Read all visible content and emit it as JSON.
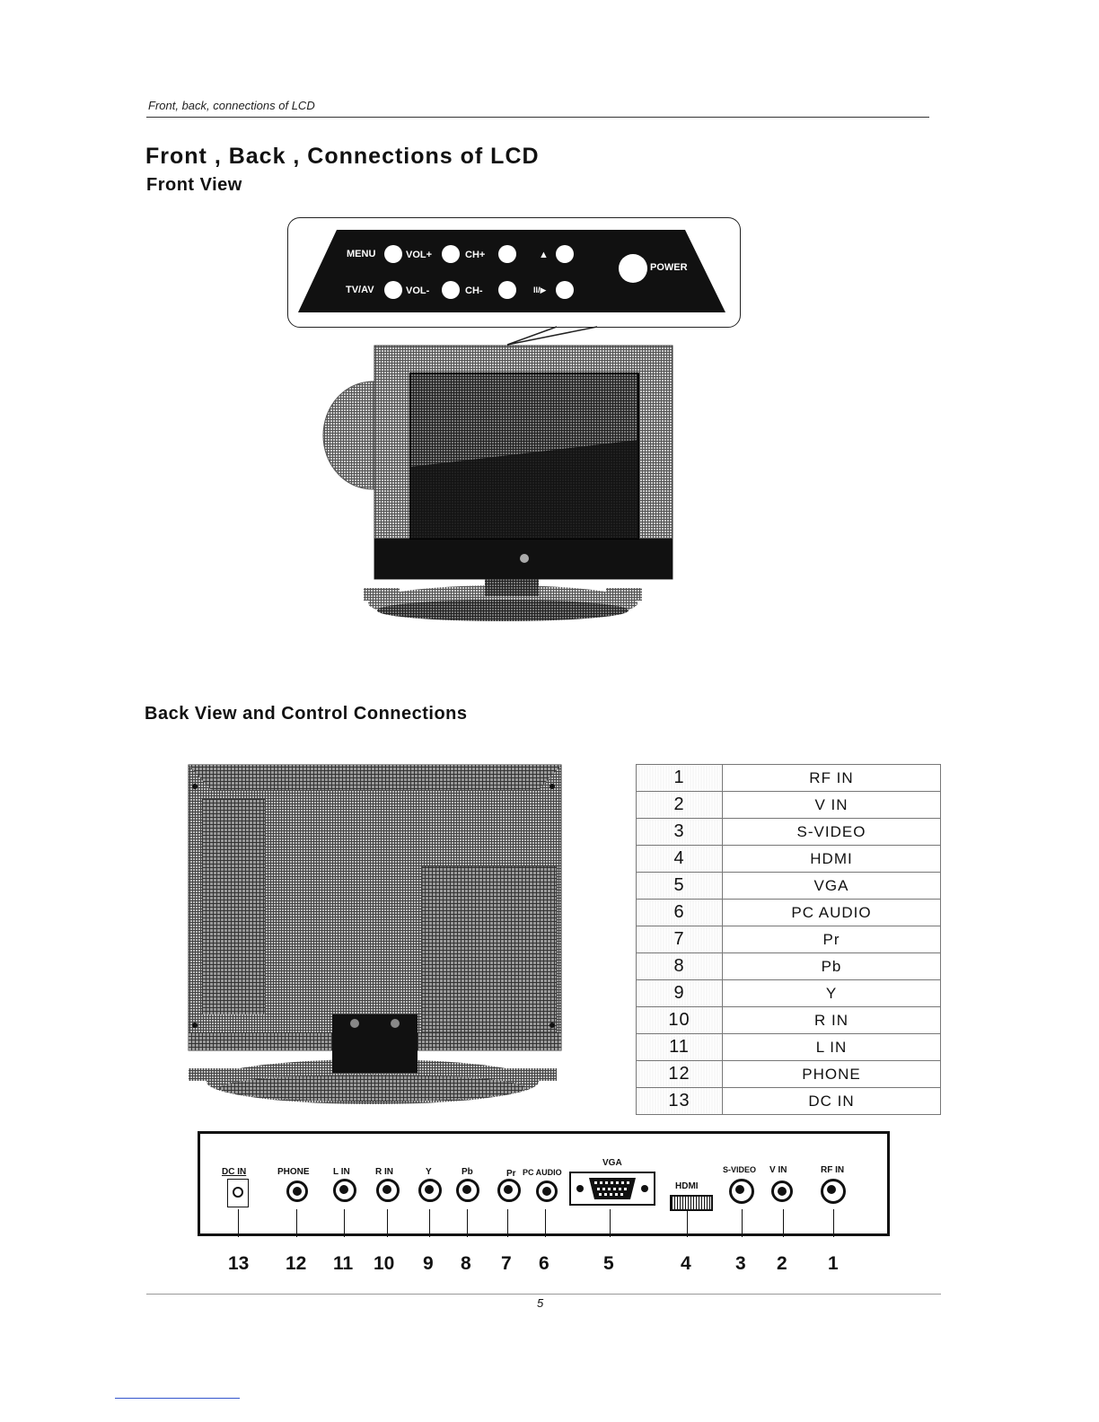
{
  "header": {
    "running_head": "Front, back, connections of LCD",
    "title": "Front , Back , Connections of  LCD",
    "front_view_title": "Front View",
    "back_view_title": "Back View and Control Connections"
  },
  "front_panel": {
    "menu": "MENU",
    "vol_up": "VOL+",
    "ch_up": "CH+",
    "eject": "▲",
    "tvav": "TV/AV",
    "vol_down": "VOL-",
    "ch_down": "CH-",
    "play_pause": "II/▶",
    "power": "POWER"
  },
  "connections": [
    {
      "number": "1",
      "name": "RF IN"
    },
    {
      "number": "2",
      "name": "V  IN"
    },
    {
      "number": "3",
      "name": "S-VIDEO"
    },
    {
      "number": "4",
      "name": "HDMI"
    },
    {
      "number": "5",
      "name": "VGA"
    },
    {
      "number": "6",
      "name": "PC  AUDIO"
    },
    {
      "number": "7",
      "name": "Pr"
    },
    {
      "number": "8",
      "name": "Pb"
    },
    {
      "number": "9",
      "name": "Y"
    },
    {
      "number": "10",
      "name": "R  IN"
    },
    {
      "number": "11",
      "name": "L  IN"
    },
    {
      "number": "12",
      "name": "PHONE"
    },
    {
      "number": "13",
      "name": "DC  IN"
    }
  ],
  "rear_strip": {
    "dc_in": "DC  IN",
    "phone": "PHONE",
    "l_in": "L  IN",
    "r_in": "R  IN",
    "y": "Y",
    "pb": "Pb",
    "pr": "Pr",
    "pc_audio": "PC AUDIO",
    "vga": "VGA",
    "hdmi": "HDMI",
    "s_video": "S-VIDEO",
    "v_in": "V  IN",
    "rf_in": "RF IN",
    "numbers": [
      "13",
      "12",
      "11",
      "10",
      "9",
      "8",
      "7",
      "6",
      "5",
      "4",
      "3",
      "2",
      "1"
    ]
  },
  "footer": {
    "page_number": "5"
  }
}
